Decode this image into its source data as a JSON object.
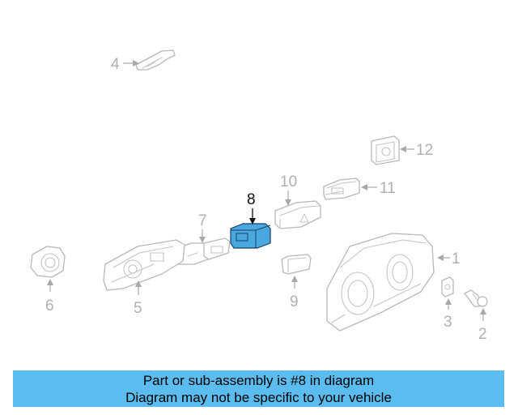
{
  "diagram": {
    "highlighted_part": "8",
    "highlight_color": "#4aa8e0",
    "callouts": {
      "c1": "1",
      "c2": "2",
      "c3": "3",
      "c4": "4",
      "c5": "5",
      "c6": "6",
      "c7": "7",
      "c8": "8",
      "c9": "9",
      "c10": "10",
      "c11": "11",
      "c12": "12"
    }
  },
  "banner": {
    "color": "#5bbcf0",
    "line1": "Part or sub-assembly is #8 in diagram",
    "line2": "Diagram may not be specific to your vehicle"
  }
}
